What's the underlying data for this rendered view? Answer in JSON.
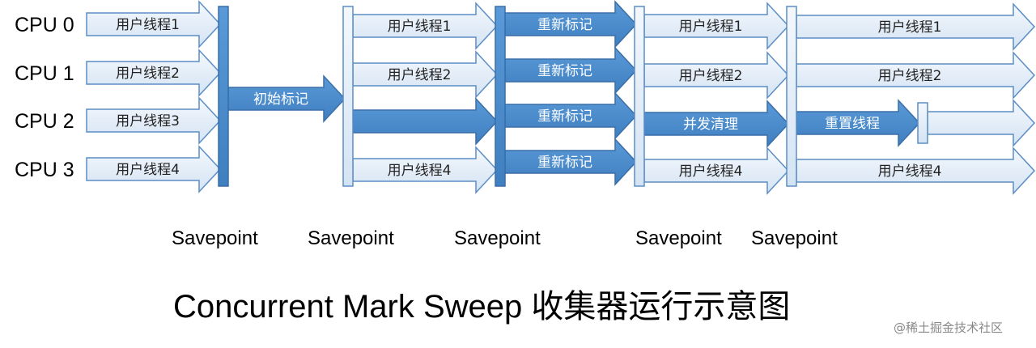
{
  "cpus": [
    "CPU 0",
    "CPU 1",
    "CPU 2",
    "CPU 3"
  ],
  "arrow_labels": {
    "user_thread_1": "用户线程1",
    "user_thread_2": "用户线程2",
    "user_thread_3": "用户线程3",
    "user_thread_4": "用户线程4",
    "initial_mark": "初始标记",
    "remark": "重新标记",
    "concurrent_sweep": "并发清理",
    "reset_threads": "重置线程"
  },
  "savepoint_label": "Savepoint",
  "title": "Concurrent Mark Sweep 收集器运行示意图",
  "watermark": "@稀土掘金技术社区",
  "colors": {
    "dark_fill": "#4f8fd0",
    "dark_stroke": "#3a6fa8",
    "light_fill": "#dde9f6",
    "light_stroke": "#5b8ec6"
  }
}
